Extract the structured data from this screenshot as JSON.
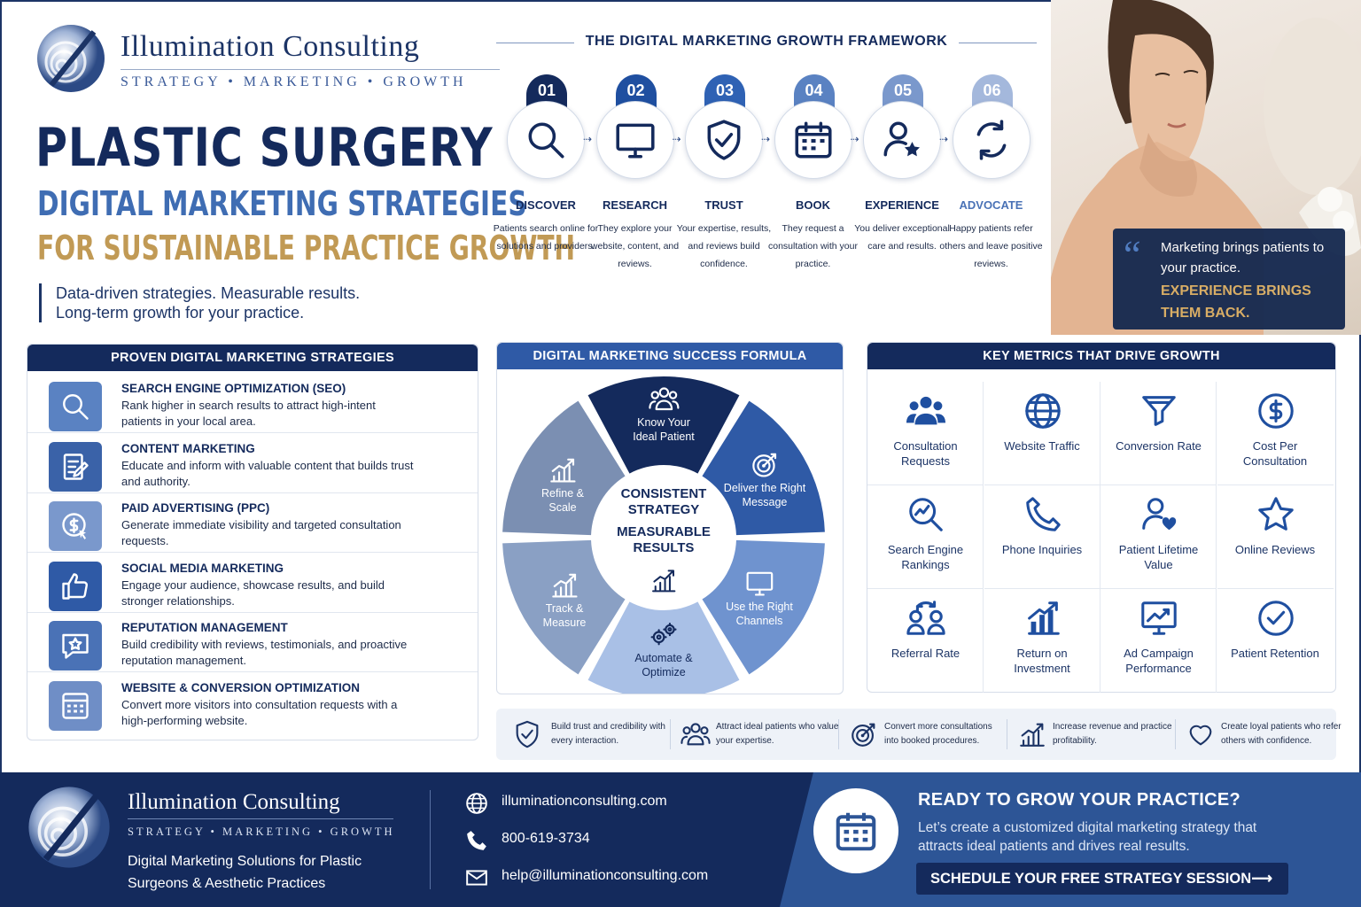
{
  "brand": {
    "name": "Illumination Consulting",
    "tagline": "STRATEGY • MARKETING • GROWTH"
  },
  "headline": {
    "line1": "PLASTIC SURGERY",
    "line2": "DIGITAL MARKETING STRATEGIES",
    "line3": "FOR SUSTAINABLE PRACTICE GROWTH",
    "subtitle1": "Data-driven strategies. Measurable results.",
    "subtitle2": "Long-term growth for your practice."
  },
  "framework": {
    "title": "THE DIGITAL MARKETING GROWTH FRAMEWORK",
    "steps": [
      {
        "num": "01",
        "label": "DISCOVER",
        "desc": "Patients search online for solutions and providers.",
        "icon": "search-icon",
        "color": "#142a5c"
      },
      {
        "num": "02",
        "label": "RESEARCH",
        "desc": "They explore your website, content, and reviews.",
        "icon": "monitor-icon",
        "color": "#1f4fa0"
      },
      {
        "num": "03",
        "label": "TRUST",
        "desc": "Your expertise, results, and reviews build confidence.",
        "icon": "shield-check-icon",
        "color": "#2f62b4"
      },
      {
        "num": "04",
        "label": "BOOK",
        "desc": "They request a consultation with your practice.",
        "icon": "calendar-icon",
        "color": "#5a82c2"
      },
      {
        "num": "05",
        "label": "EXPERIENCE",
        "desc": "You deliver exceptional care and results.",
        "icon": "user-star-icon",
        "color": "#7a98cc"
      },
      {
        "num": "06",
        "label": "ADVOCATE",
        "desc": "Happy patients refer others and leave positive reviews.",
        "icon": "refresh-icon",
        "color": "#a4b8dc"
      }
    ]
  },
  "quote": {
    "line1": "Marketing brings patients to your practice.",
    "line2": "EXPERIENCE BRINGS THEM BACK."
  },
  "strategies": {
    "title": "PROVEN DIGITAL MARKETING STRATEGIES",
    "items": [
      {
        "title": "SEARCH ENGINE OPTIMIZATION (SEO)",
        "desc": "Rank higher in search results to attract high-intent patients in your local area.",
        "icon": "search-icon",
        "color": "#5a82c2"
      },
      {
        "title": "CONTENT MARKETING",
        "desc": "Educate and inform with valuable content that builds trust and authority.",
        "icon": "document-edit-icon",
        "color": "#3a62a8"
      },
      {
        "title": "PAID ADVERTISING (PPC)",
        "desc": "Generate immediate visibility and targeted consultation requests.",
        "icon": "dollar-click-icon",
        "color": "#7a98cc"
      },
      {
        "title": "SOCIAL MEDIA MARKETING",
        "desc": "Engage your audience, showcase results, and build stronger relationships.",
        "icon": "thumbs-up-icon",
        "color": "#2f5aa6"
      },
      {
        "title": "REPUTATION MANAGEMENT",
        "desc": "Build credibility with reviews, testimonials, and proactive reputation management.",
        "icon": "star-chat-icon",
        "color": "#4a72b6"
      },
      {
        "title": "WEBSITE & CONVERSION OPTIMIZATION",
        "desc": "Convert more visitors into consultation requests with a high-performing website.",
        "icon": "browser-grid-icon",
        "color": "#6f8ec6"
      }
    ]
  },
  "formula": {
    "title": "DIGITAL MARKETING SUCCESS FORMULA",
    "center1": "CONSISTENT STRATEGY",
    "center2": "MEASURABLE RESULTS",
    "segments": [
      {
        "label": "Know Your Ideal Patient",
        "icon": "people-icon",
        "color": "#142a5c"
      },
      {
        "label": "Deliver the Right Message",
        "icon": "target-icon",
        "color": "#2f5aa6"
      },
      {
        "label": "Use the Right Channels",
        "icon": "monitor-icon",
        "color": "#6f93cf"
      },
      {
        "label": "Automate & Optimize",
        "icon": "gears-icon",
        "color": "#a9c0e6"
      },
      {
        "label": "Track & Measure",
        "icon": "chart-up-icon",
        "color": "#8aa0c4"
      },
      {
        "label": "Refine & Scale",
        "icon": "chart-up-icon",
        "color": "#7b8fb2"
      }
    ]
  },
  "metrics": {
    "title": "KEY METRICS THAT DRIVE GROWTH",
    "items": [
      {
        "label": "Consultation Requests",
        "icon": "people-icon"
      },
      {
        "label": "Website Traffic",
        "icon": "globe-icon"
      },
      {
        "label": "Conversion Rate",
        "icon": "funnel-icon"
      },
      {
        "label": "Cost Per Consultation",
        "icon": "dollar-icon"
      },
      {
        "label": "Search Engine Rankings",
        "icon": "search-chart-icon"
      },
      {
        "label": "Phone Inquiries",
        "icon": "phone-icon"
      },
      {
        "label": "Patient Lifetime Value",
        "icon": "user-heart-icon"
      },
      {
        "label": "Online Reviews",
        "icon": "star-icon"
      },
      {
        "label": "Referral Rate",
        "icon": "referral-icon"
      },
      {
        "label": "Return on Investment",
        "icon": "bar-chart-icon"
      },
      {
        "label": "Ad Campaign Performance",
        "icon": "campaign-chart-icon"
      },
      {
        "label": "Patient Retention",
        "icon": "check-circle-icon"
      }
    ]
  },
  "benefits": [
    {
      "text": "Build trust and credibility with every interaction.",
      "icon": "shield-check-icon"
    },
    {
      "text": "Attract ideal patients who value your expertise.",
      "icon": "people-icon"
    },
    {
      "text": "Convert more consultations into booked procedures.",
      "icon": "target-icon"
    },
    {
      "text": "Increase revenue and practice profitability.",
      "icon": "chart-up-icon"
    },
    {
      "text": "Create loyal patients who refer others with confidence.",
      "icon": "heart-icon"
    }
  ],
  "footer": {
    "name": "Illumination Consulting",
    "tagline": "STRATEGY • MARKETING • GROWTH",
    "desc": "Digital Marketing Solutions for Plastic Surgeons & Aesthetic Practices",
    "website": "illuminationconsulting.com",
    "phone": "800-619-3734",
    "email": "help@illuminationconsulting.com",
    "cta_title": "READY TO GROW YOUR PRACTICE?",
    "cta_text": "Let’s create a customized digital marketing strategy that attracts ideal patients and drives real results.",
    "cta_button": "SCHEDULE YOUR FREE STRATEGY SESSION"
  }
}
